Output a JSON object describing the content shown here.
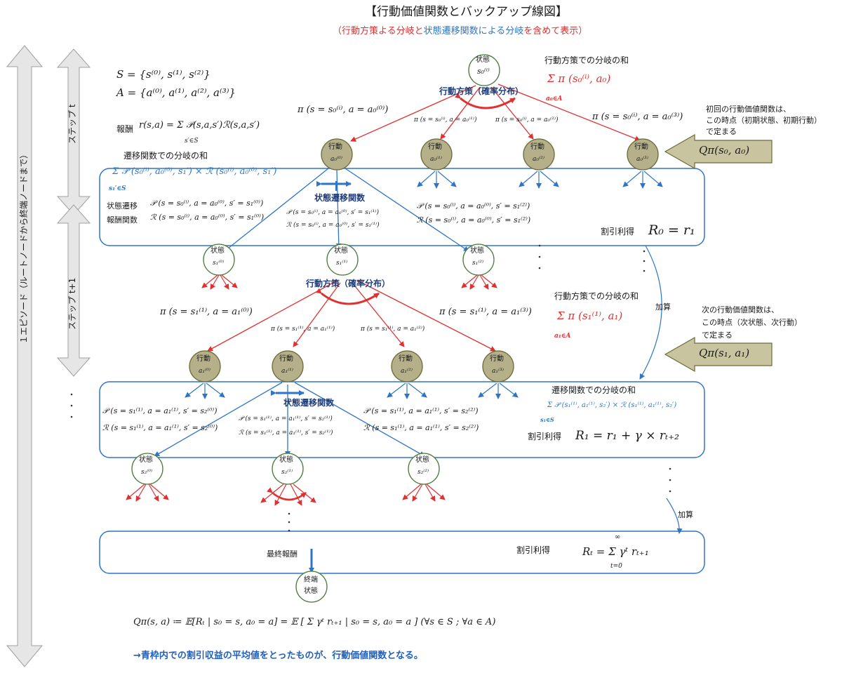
{
  "header": {
    "title": "【行動価値関数とバックアップ線図】",
    "subtitle_open": "（",
    "subtitle_part1": "行動方策よる分岐",
    "subtitle_part2": "と",
    "subtitle_part3": "状態遷移関数による分岐",
    "subtitle_part4": "を含めて表示）"
  },
  "side": {
    "episode_label": "１エピソード（ルートノードから終端ノードまで）",
    "step_t": "ステップ t",
    "step_t1": "ステップ t+1"
  },
  "defs": {
    "S": "S = {s⁽⁰⁾, s⁽¹⁾, s⁽²⁾}",
    "A": "A = {a⁽⁰⁾, a⁽¹⁾, a⁽²⁾, a⁽³⁾}",
    "reward_label": "報酬",
    "reward_formula": "r(s,a) = Σ 𝒫(s,a,s′)ℛ(s,a,s′)",
    "reward_sub": "s′∈S"
  },
  "step0": {
    "state_label": "状態",
    "state_sub": "s₀⁽ⁱ⁾",
    "policy_label": "行動方策（確率分布）",
    "policy_sum_title": "行動方策での分岐の和",
    "policy_sum": "Σ π (s₀⁽ⁱ⁾, a₀)",
    "policy_sum_sub": "a₀∈A",
    "pi0": "π (s = s₀⁽ⁱ⁾, a = a₀⁽⁰⁾)",
    "pi1": "π (s = s₀⁽ⁱ⁾, a = a₀⁽¹⁾)",
    "pi2": "π (s = s₀⁽ⁱ⁾, a = a₀⁽²⁾)",
    "pi3": "π (s = s₀⁽ⁱ⁾, a = a₀⁽³⁾)",
    "action_label": "行動",
    "actions": [
      "a₀⁽⁰⁾",
      "a₀⁽¹⁾",
      "a₀⁽²⁾",
      "a₀⁽³⁾"
    ],
    "q_note_1": "初回の行動価値関数は、",
    "q_note_2": "この時点（初期状態、初期行動）",
    "q_note_3": "で定まる",
    "q_label": "Qπ(s₀, a₀)",
    "trans_sum_title": "遷移関数での分岐の和",
    "trans_sum": "Σ 𝒫 (s₀⁽ⁱ⁾, a₀⁽⁰⁾, s₁′) × ℛ (s₀⁽ⁱ⁾, a₀⁽⁰⁾, s₁′)",
    "trans_sum_sub": "s₁′∈S",
    "trans_label": "状態遷移関数",
    "p_label": "状態遷移",
    "r_label": "報酬関数",
    "p0": "𝒫 (s = s₀⁽ⁱ⁾, a = a₀⁽⁰⁾, s′ = s₁⁽⁰⁾)",
    "r0": "ℛ (s = s₀⁽ⁱ⁾, a = a₀⁽⁰⁾, s′ = s₁⁽⁰⁾)",
    "p1": "𝒫 (s = s₀⁽ⁱ⁾, a = a₀⁽⁰⁾, s′ = s₁⁽¹⁾)",
    "r1": "ℛ (s = s₀⁽ⁱ⁾, a = a₀⁽⁰⁾, s′ = s₁⁽¹⁾)",
    "p2": "𝒫 (s = s₀⁽ⁱ⁾, a = a₀⁽⁰⁾, s′ = s₁⁽²⁾)",
    "r2": "ℛ (s = s₀⁽ⁱ⁾, a = a₀⁽⁰⁾, s′ = s₁⁽²⁾)",
    "return_label": "割引利得",
    "return_formula": "R₀ = r₁"
  },
  "step1": {
    "state_label": "状態",
    "states": [
      "s₁⁽⁰⁾",
      "s₁⁽¹⁾",
      "s₁⁽²⁾"
    ],
    "policy_label": "行動方策（確率分布）",
    "policy_sum_title": "行動方策での分岐の和",
    "policy_sum": "Σ π (s₁⁽¹⁾, a₁)",
    "policy_sum_sub": "a₁∈A",
    "pi0": "π (s = s₁⁽¹⁾, a = a₁⁽⁰⁾)",
    "pi1": "π (s = s₁⁽¹⁾, a = a₁⁽¹⁾)",
    "pi2": "π (s = s₁⁽¹⁾, a = a₁⁽²⁾)",
    "pi3": "π (s = s₁⁽¹⁾, a = a₁⁽³⁾)",
    "add_label": "加算",
    "action_label": "行動",
    "actions": [
      "a₁⁽⁰⁾",
      "a₁⁽¹⁾",
      "a₁⁽²⁾",
      "a₁⁽³⁾"
    ],
    "q_note_1": "次の行動価値関数は、",
    "q_note_2": "この時点（次状態、次行動）",
    "q_note_3": "で定まる",
    "q_label": "Qπ(s₁, a₁)",
    "trans_sum_title": "遷移関数での分岐の和",
    "trans_sum": "Σ 𝒫 (s₁⁽¹⁾, a₁⁽¹⁾, s₂′) × ℛ (s₁⁽¹⁾, a₁⁽¹⁾, s₂′)",
    "trans_sum_sub": "s₁∈S",
    "trans_label": "状態遷移関数",
    "p0": "𝒫 (s = s₁⁽¹⁾, a = a₁⁽¹⁾, s′ = s₂⁽⁰⁾)",
    "r0": "ℛ (s = s₁⁽¹⁾, a = a₁⁽¹⁾, s′ = s₂⁽⁰⁾)",
    "p1": "𝒫 (s = s₁⁽¹⁾, a = a₁⁽¹⁾, s′ = s₂⁽¹⁾)",
    "r1": "ℛ (s = s₁⁽¹⁾, a = a₁⁽¹⁾, s′ = s₂⁽¹⁾)",
    "p2": "𝒫 (s = s₁⁽¹⁾, a = a₁⁽¹⁾, s′ = s₂⁽²⁾)",
    "r2": "ℛ (s = s₁⁽¹⁾, a = a₁⁽¹⁾, s′ = s₂⁽²⁾)",
    "return_label": "割引利得",
    "return_formula": "R₁ = r₁ + γ × rₜ₊₂"
  },
  "step2": {
    "state_label": "状態",
    "states": [
      "s₂⁽⁰⁾",
      "s₂⁽¹⁾",
      "s₂⁽²⁾"
    ],
    "add_label": "加算"
  },
  "terminal": {
    "final_reward": "最終報酬",
    "return_label": "割引利得",
    "return_formula": "Rₜ = Σ γᵗ rₜ₊₁",
    "sum_top": "∞",
    "sum_bottom": "t=0",
    "node_line1": "終端",
    "node_line2": "状態"
  },
  "footer": {
    "q_def": "Qπ(s, a) ≔ 𝔼[Rₜ | s₀ = s, a₀ = a] = 𝔼 [ Σ γᵗ rₜ₊₁ | s₀ = s, a₀ = a ]  (∀s ∈ S ; ∀a ∈ A)",
    "note": "→青枠内での割引収益の平均値をとったものが、行動価値関数となる。"
  },
  "colors": {
    "red": "#e03030",
    "blue": "#2e75c8",
    "action_fill": "#b5b08a",
    "action_stroke": "#6b6b3a",
    "arrow_gray": "#d8d8d8",
    "box_stroke": "#2e75c8",
    "note_blue": "#1f5fbf"
  }
}
